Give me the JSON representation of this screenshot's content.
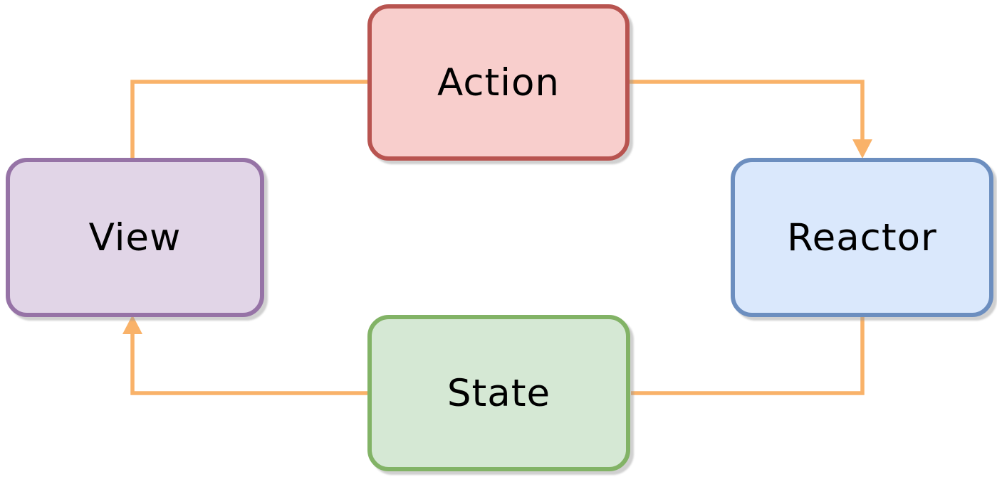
{
  "diagram": {
    "type": "flow-cycle",
    "description": "Unidirectional data flow cycle"
  },
  "nodes": [
    {
      "id": "action",
      "label": "Action",
      "fill": "#F8CECC",
      "stroke": "#B85450"
    },
    {
      "id": "reactor",
      "label": "Reactor",
      "fill": "#DAE8FC",
      "stroke": "#6C8EBF"
    },
    {
      "id": "view",
      "label": "View",
      "fill": "#E1D5E7",
      "stroke": "#9673A6"
    },
    {
      "id": "state",
      "label": "State",
      "fill": "#D5E8D4",
      "stroke": "#82B366"
    }
  ],
  "edges": [
    {
      "from": "view",
      "to": "action",
      "arrowhead": false
    },
    {
      "from": "action",
      "to": "reactor",
      "arrowhead": true
    },
    {
      "from": "reactor",
      "to": "state",
      "arrowhead": false
    },
    {
      "from": "state",
      "to": "view",
      "arrowhead": true
    }
  ],
  "colors": {
    "connector": "#F9B269",
    "background": "#FFFFFF",
    "text": "#000000"
  }
}
